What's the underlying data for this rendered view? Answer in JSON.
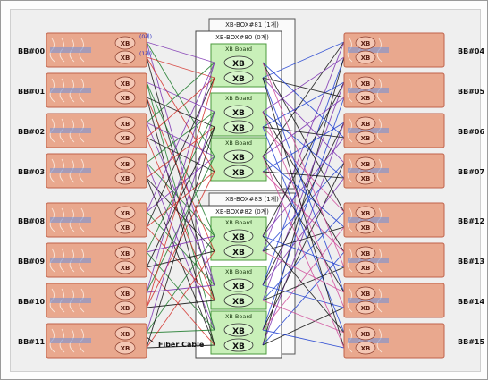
{
  "diagram": {
    "left_nodes": [
      "BB#00",
      "BB#01",
      "BB#02",
      "BB#03",
      "BB#08",
      "BB#09",
      "BB#10",
      "BB#11"
    ],
    "right_nodes": [
      "BB#04",
      "BB#05",
      "BB#06",
      "BB#07",
      "BB#12",
      "BB#13",
      "BB#14",
      "BB#15"
    ],
    "chip_label": "XB",
    "port_tag_top": "(0계)",
    "port_tag_bottom": "(1계)",
    "boxes": [
      {
        "outer_title": "XB-BOX#81 (1계)",
        "inner_title": "XB-BOX#80 (0계)"
      },
      {
        "outer_title": "XB-BOX#83 (1계)",
        "inner_title": "XB-BOX#82 (0계)"
      }
    ],
    "board_title": "XB Board",
    "cable_label": "Fiber Cable",
    "colors": {
      "board_fill": "#e9a88e",
      "board_stroke": "#c0624b",
      "xb_panel_fill": "#c9f0b9",
      "cable_colors": [
        "#7a2fb0",
        "#d4302a",
        "#1c7a2a",
        "#111111",
        "#1f3fd0",
        "#d04a9a"
      ]
    }
  }
}
